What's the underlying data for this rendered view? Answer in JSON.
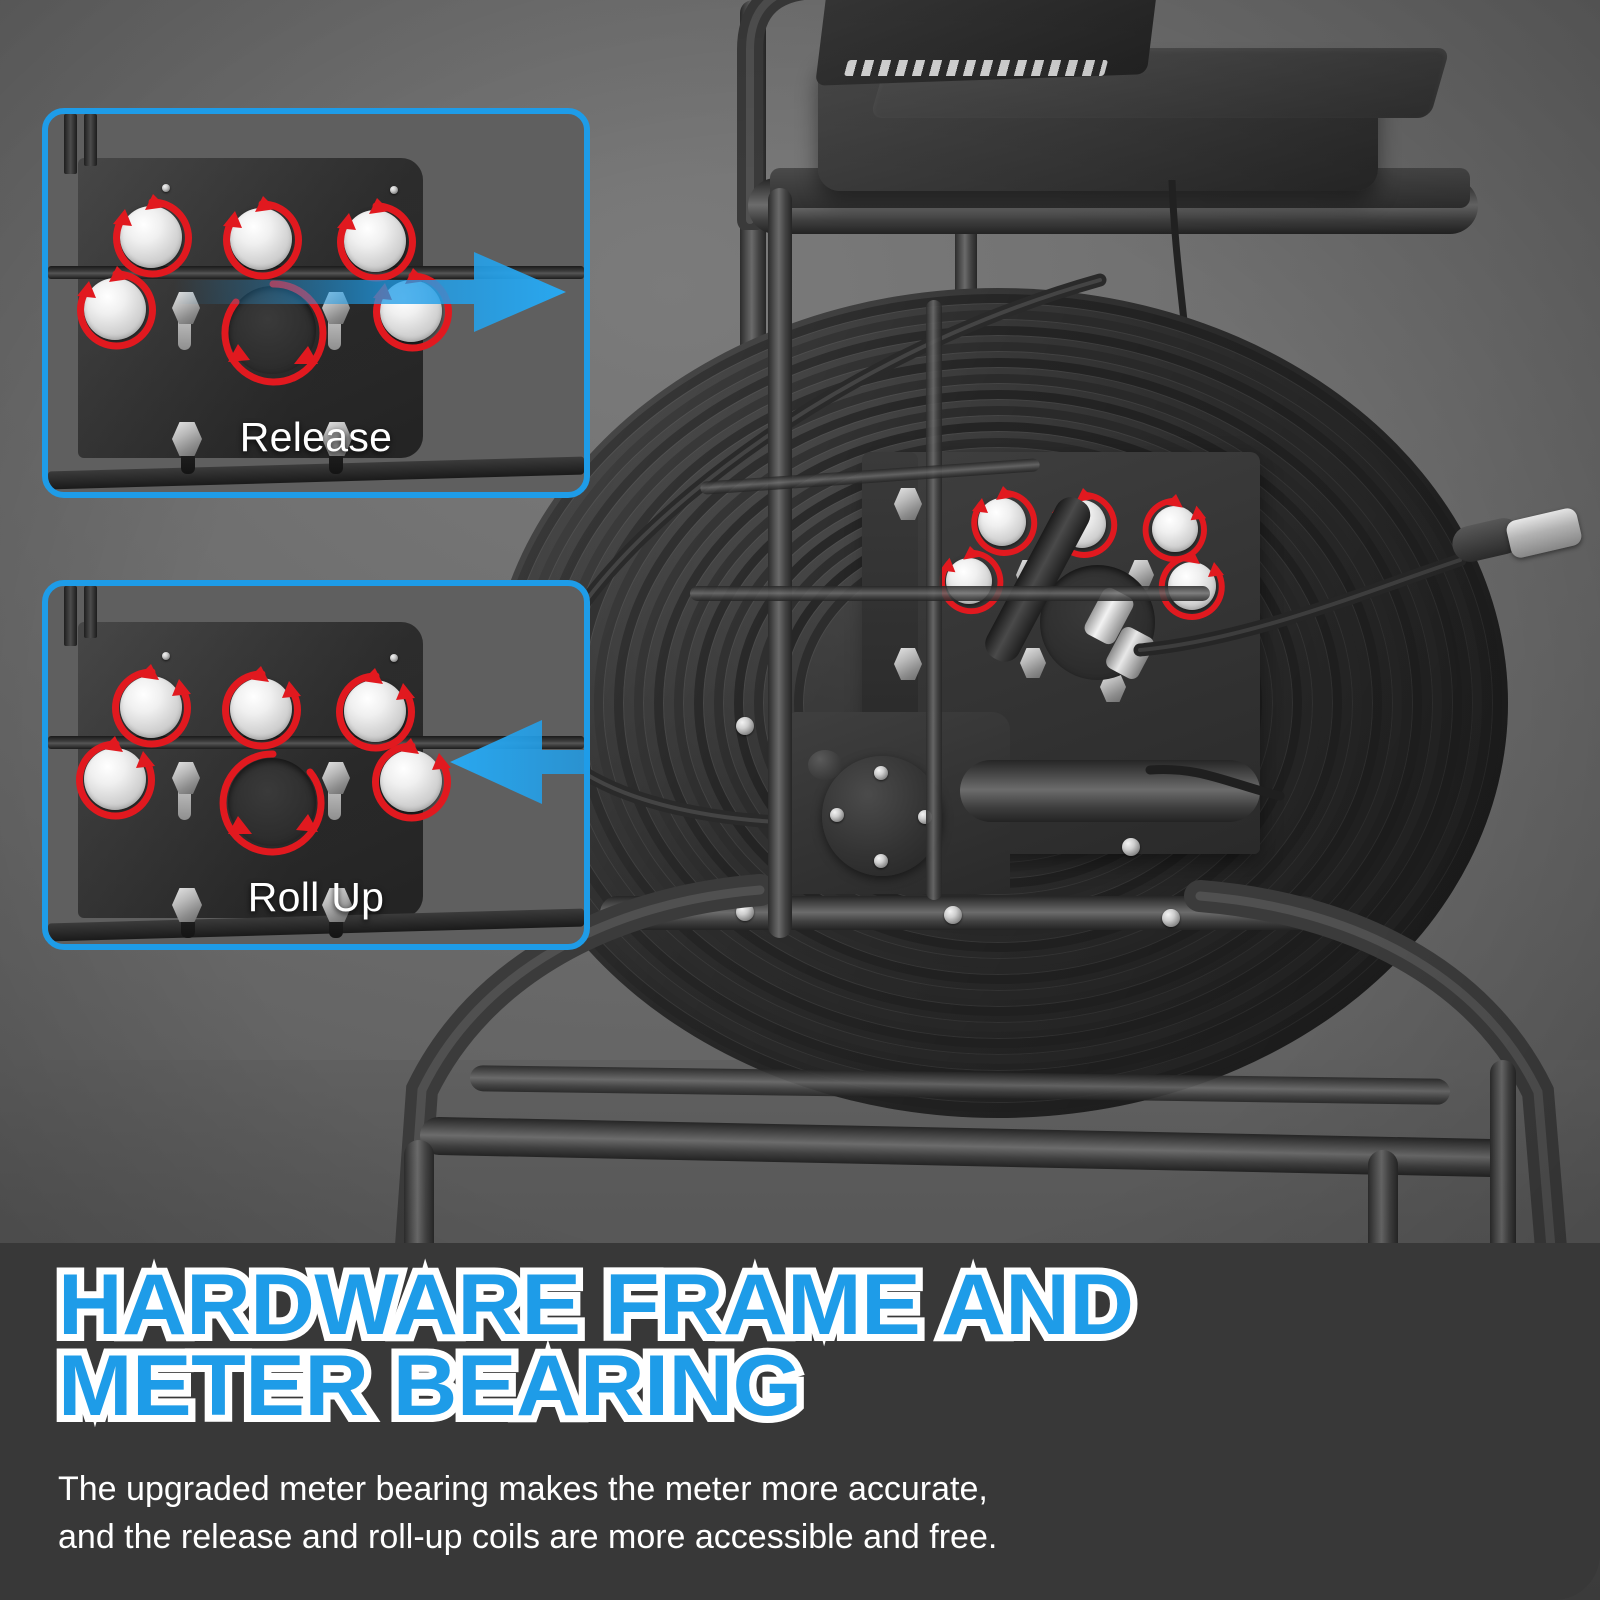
{
  "theme": {
    "accent_blue": "#1e9ce8",
    "arrow_red": "#e1191f",
    "banner_bg": "#383838",
    "background_gray": "#6e6e6e",
    "text_white": "#ffffff"
  },
  "callouts": [
    {
      "id": "release",
      "label": "Release",
      "direction_icon": "arrow-right-icon",
      "direction": "right",
      "rotation_icon": "rotation-arrow-icon"
    },
    {
      "id": "roll-up",
      "label": "Roll Up",
      "direction_icon": "arrow-left-icon",
      "direction": "left",
      "rotation_icon": "rotation-arrow-icon"
    }
  ],
  "product": {
    "name_icons": {
      "reel": "cable-reel-icon",
      "monitor": "control-monitor-icon",
      "camera_head": "camera-head-icon",
      "crank_hub": "crank-hub-icon",
      "bearing_plate": "meter-bearing-plate-icon"
    }
  },
  "banner": {
    "headline": "HARDWARE FRAME AND\nMETER BEARING",
    "headline_line1": "HARDWARE FRAME AND",
    "headline_line2": "METER BEARING",
    "subtext": "The upgraded meter bearing makes the meter more accurate,\nand the release and roll-up coils are more accessible and free.",
    "subtext_line1": "The upgraded meter bearing makes the meter more accurate,",
    "subtext_line2": "and the release and roll-up coils are more accessible and free."
  }
}
